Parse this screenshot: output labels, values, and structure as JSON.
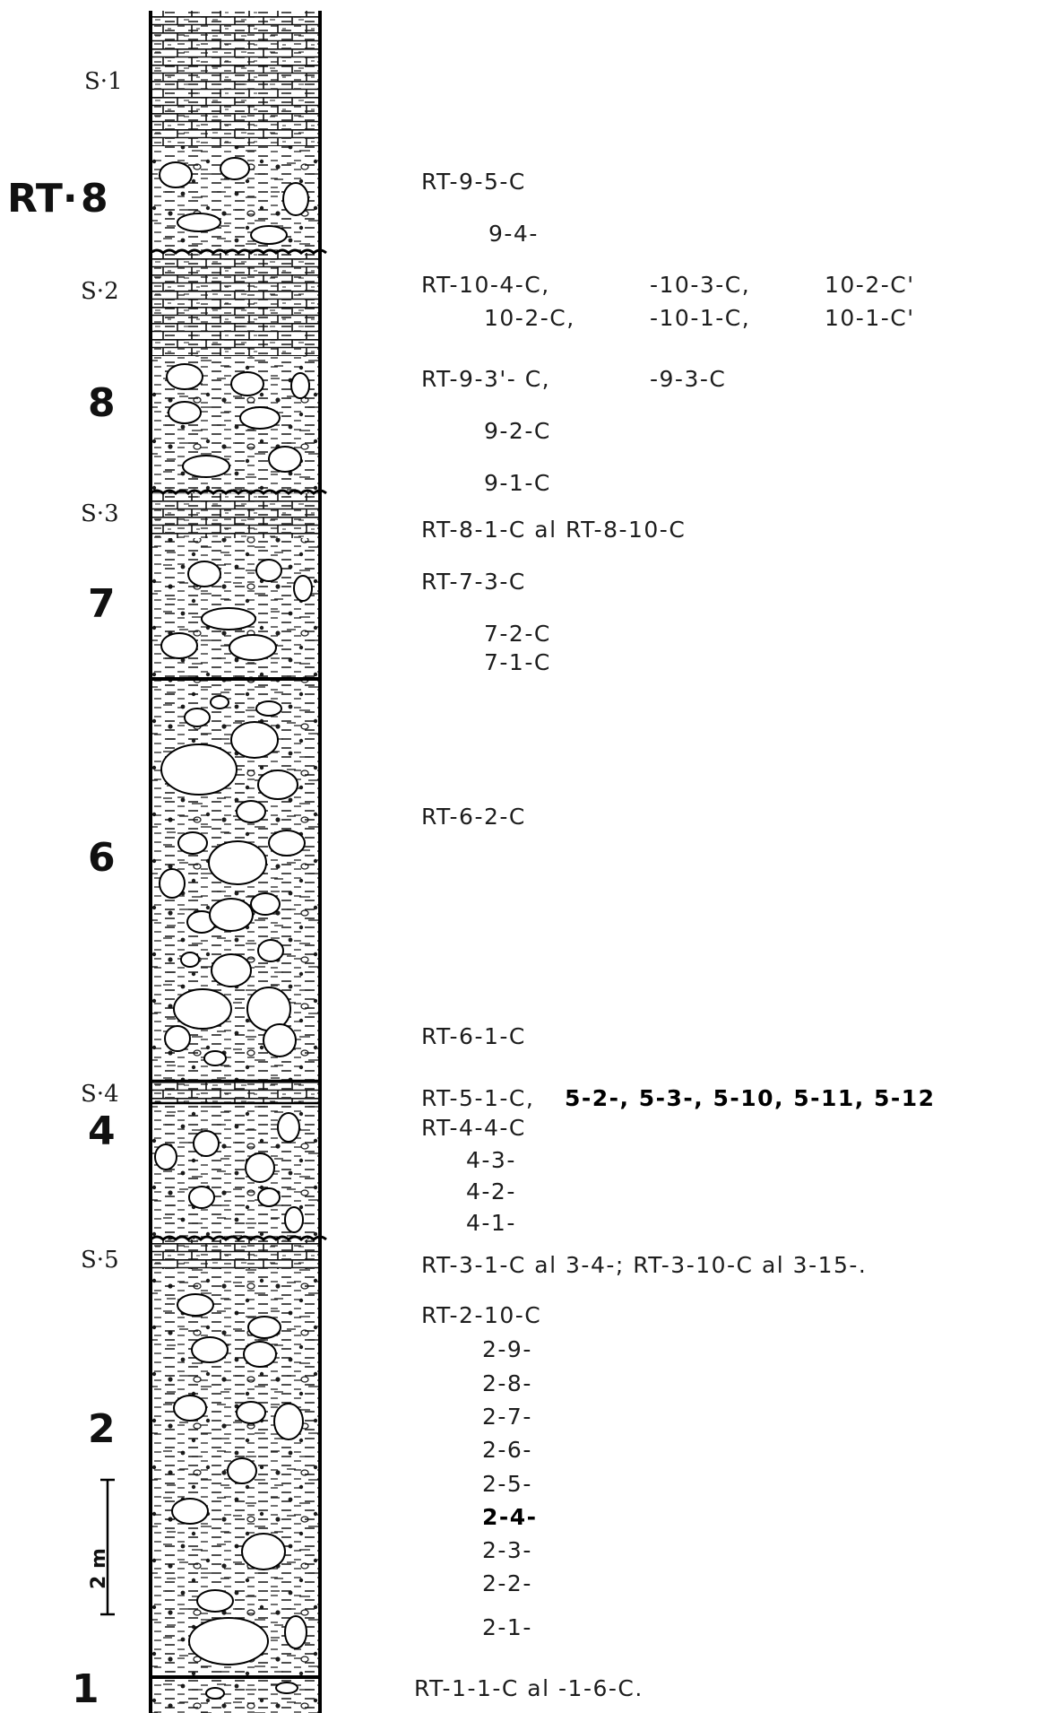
{
  "section": {
    "title": "RT·",
    "units": [
      {
        "id": "u8top",
        "label": "8"
      },
      {
        "id": "u8",
        "label": "8"
      },
      {
        "id": "u7",
        "label": "7"
      },
      {
        "id": "u6",
        "label": "6"
      },
      {
        "id": "u4",
        "label": "4"
      },
      {
        "id": "u2",
        "label": "2"
      },
      {
        "id": "u1",
        "label": "1"
      }
    ],
    "surfaces": [
      {
        "id": "s1",
        "label": "S·1"
      },
      {
        "id": "s2",
        "label": "S·2"
      },
      {
        "id": "s3",
        "label": "S·3"
      },
      {
        "id": "s4",
        "label": "S·4"
      },
      {
        "id": "s5",
        "label": "S·5"
      }
    ],
    "scale_label": "2 m"
  },
  "samples": [
    "RT-9-5-C",
    "9-4-",
    "RT-10-4-C,",
    "-10-3-C,",
    "10-2-C'",
    "10-2-C,",
    "-10-1-C,",
    "10-1-C'",
    "RT-9-3'- C,",
    "-9-3-C",
    "9-2-C",
    "9-1-C",
    "RT-8-1-C al RT-8-10-C",
    "RT-7-3-C",
    "7-2-C",
    "7-1-C",
    "RT-6-2-C",
    "RT-6-1-C",
    "RT-5-1-C,",
    "5-2-, 5-3-, 5-10, 5-11, 5-12",
    "RT-4-4-C",
    "4-3-",
    "4-2-",
    "4-1-",
    "RT-3-1-C al 3-4-; RT-3-10-C al 3-15-.",
    "RT-2-10-C",
    "2-9-",
    "2-8-",
    "2-7-",
    "2-6-",
    "2-5-",
    "2-4-",
    "2-3-",
    "2-2-",
    "2-1-",
    "RT-1-1-C al -1-6-C."
  ]
}
